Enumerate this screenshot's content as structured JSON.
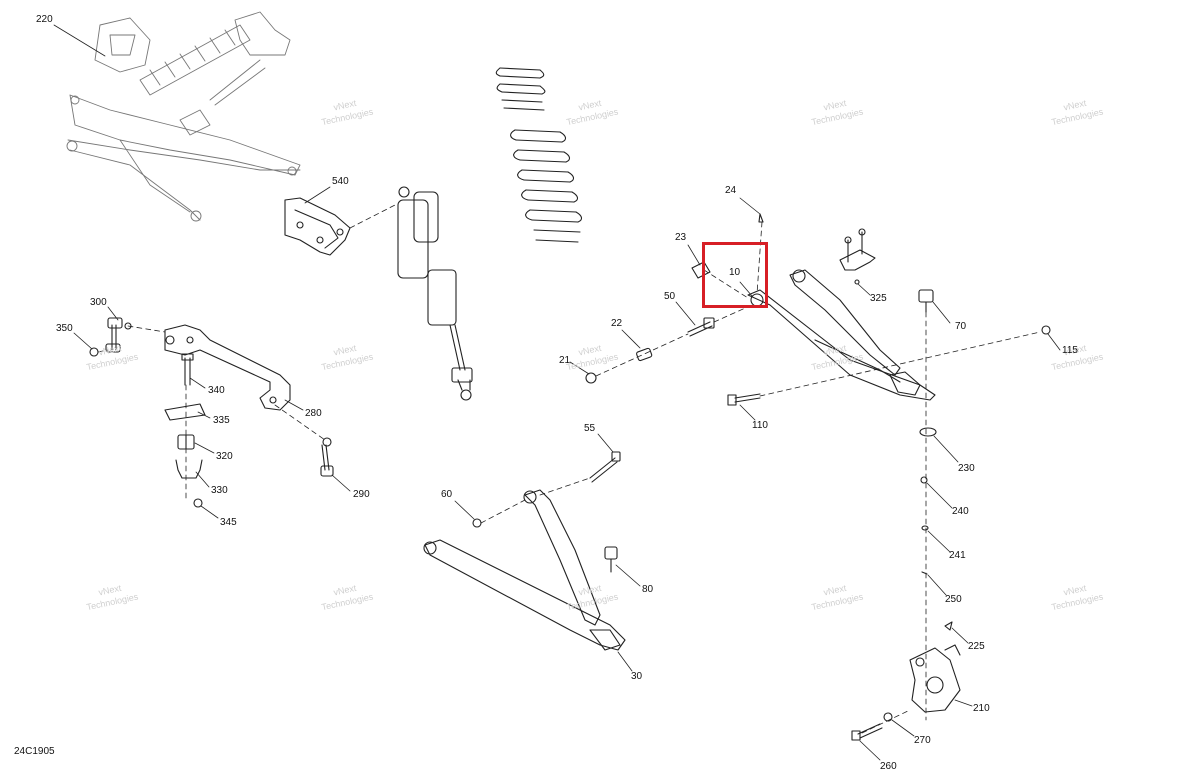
{
  "diagram": {
    "code": "24C1905",
    "watermark_line1": "vNext",
    "watermark_line2": "Technologies",
    "highlight_color": "#d71f26",
    "callouts": [
      "10",
      "21",
      "22",
      "23",
      "24",
      "30",
      "50",
      "55",
      "60",
      "70",
      "80",
      "110",
      "115",
      "210",
      "220",
      "225",
      "230",
      "240",
      "241",
      "250",
      "260",
      "270",
      "280",
      "290",
      "300",
      "320",
      "325",
      "330",
      "335",
      "340",
      "345",
      "350",
      "540"
    ],
    "highlighted_callout": "10"
  }
}
